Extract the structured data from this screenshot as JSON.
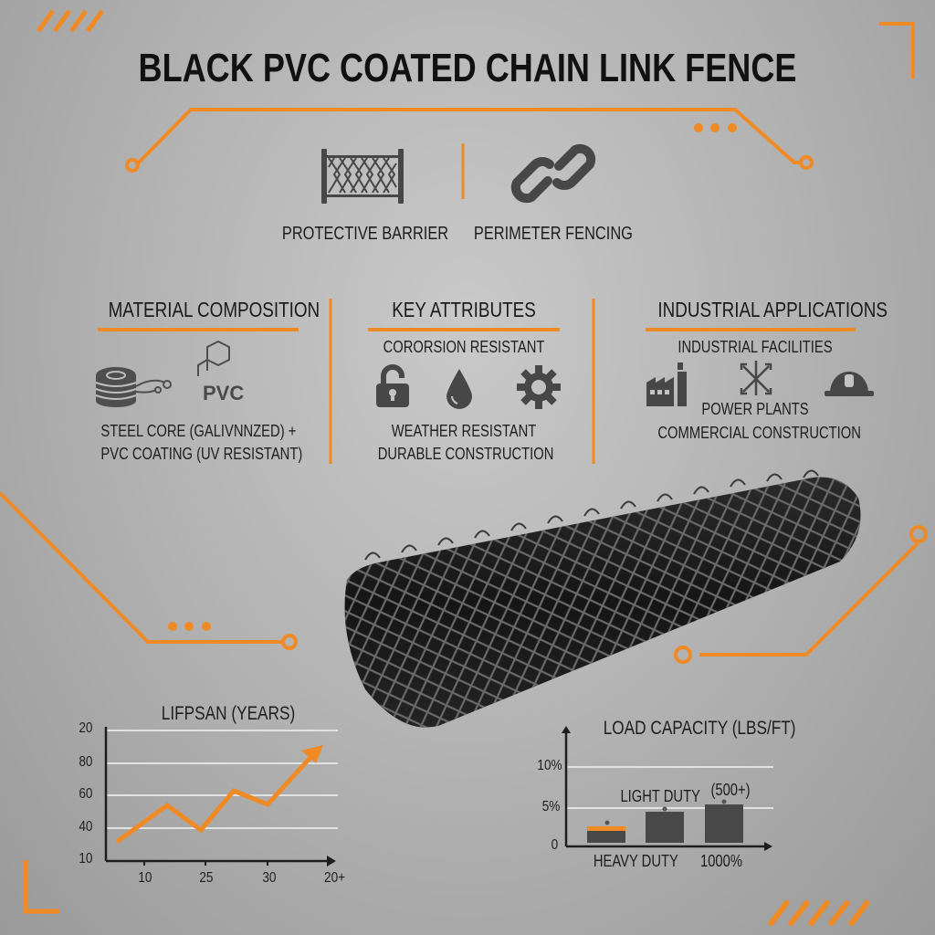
{
  "title": "BLACK PVC COATED CHAIN LINK FENCE",
  "colors": {
    "accent": "#F08A24",
    "icon": "#474747",
    "text": "#1a1a1a",
    "background": "#b8b8b8"
  },
  "top_features": [
    {
      "icon": "fence-panel-icon",
      "label": "PROTECTIVE BARRIER"
    },
    {
      "icon": "chain-link-icon",
      "label": "PERIMETER FENCING"
    }
  ],
  "sections": {
    "material": {
      "heading": "MATERIAL COMPOSITION",
      "icons": [
        "steel-coil-icon",
        "pvc-molecule-icon"
      ],
      "pvc_label": "PVC",
      "lines": [
        "STEEL CORE (GALIVNNZED) +",
        "PVC COATING (UV RESISTANT)"
      ]
    },
    "attributes": {
      "heading": "KEY ATTRIBUTES",
      "top_line": "CORORSION RESISTANT",
      "icons": [
        "padlock-icon",
        "water-drop-icon",
        "gear-icon"
      ],
      "lines": [
        "WEATHER RESISTANT",
        "DURABLE CONSTRUCTION"
      ]
    },
    "applications": {
      "heading": "INDUSTRIAL APPLICATIONS",
      "top_line": "INDUSTRIAL FACILITIES",
      "icons": [
        "factory-icon",
        "power-tower-icon",
        "hard-hat-icon"
      ],
      "lines": [
        "POWER PLANTS",
        "COMMERCIAL CONSTRUCTION"
      ]
    }
  },
  "chart_data": [
    {
      "type": "line",
      "title": "LIFPSAN (YEARS)",
      "x_ticks": [
        "10",
        "25",
        "30",
        "20+"
      ],
      "y_ticks": [
        "10",
        "40",
        "60",
        "80",
        "20"
      ],
      "series": [
        {
          "name": "lifespan",
          "points": [
            [
              8,
              33
            ],
            [
              12,
              53
            ],
            [
              24,
              38
            ],
            [
              27,
              62
            ],
            [
              30,
              54
            ],
            [
              38,
              88
            ]
          ]
        }
      ],
      "grid": true,
      "arrow_end": true
    },
    {
      "type": "bar",
      "title": "LOAD CAPACITY (LBS/FT)",
      "y_ticks": [
        "0",
        "5%",
        "10%"
      ],
      "categories": [
        "HEAVY DUTY",
        "LIGHT DUTY",
        "1000%"
      ],
      "category_labels_below": [
        "HEAVY DUTY",
        "1000%"
      ],
      "annotations": [
        "LIGHT DUTY",
        "(500+)"
      ],
      "values": [
        2,
        4.5,
        5.5
      ],
      "highlight": [
        2.2,
        null,
        null
      ],
      "grid": true
    }
  ]
}
